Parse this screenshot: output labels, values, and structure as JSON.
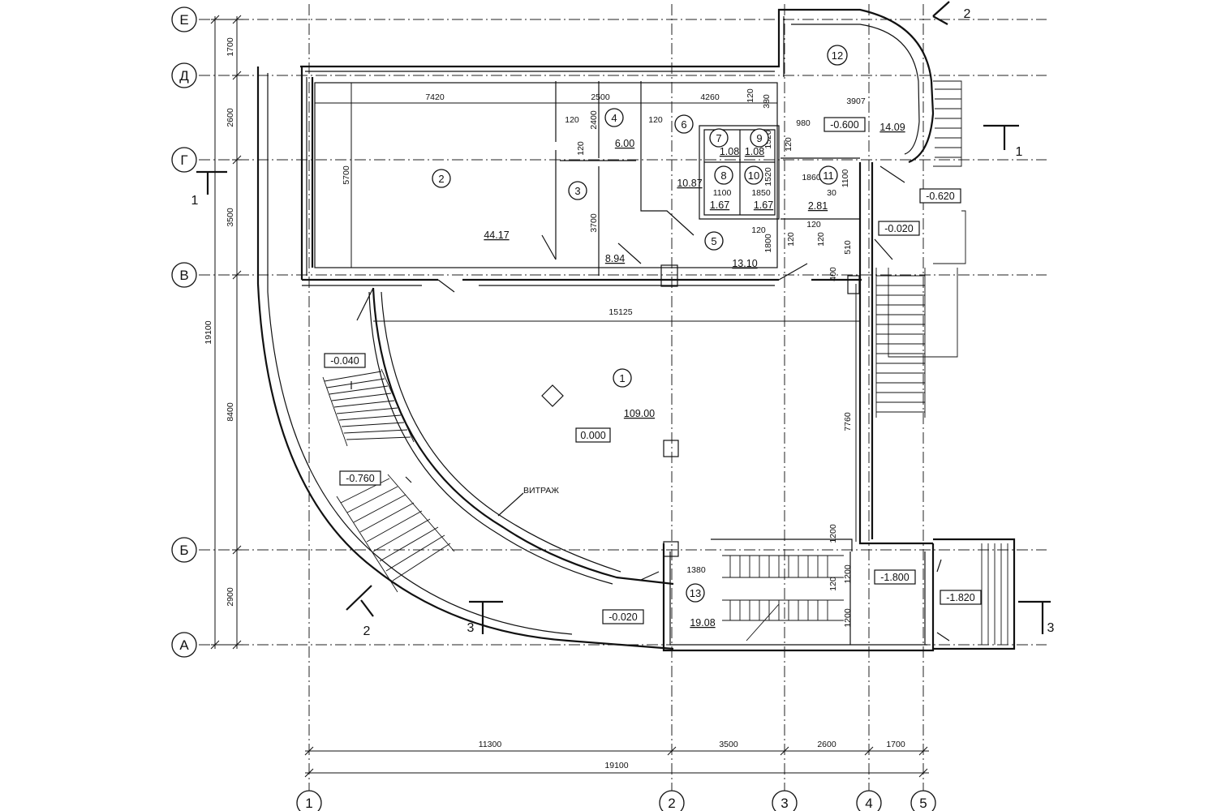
{
  "axes": {
    "rows": [
      "Е",
      "Д",
      "Г",
      "В",
      "Б",
      "А"
    ],
    "cols": [
      "1",
      "2",
      "3",
      "4",
      "5"
    ]
  },
  "dims": {
    "left_chain": [
      "1700",
      "2600",
      "3500",
      "8400",
      "2900"
    ],
    "left_total": "19100",
    "bottom_chain": [
      "11300",
      "3500",
      "2600",
      "1700"
    ],
    "bottom_total": "19100",
    "inner": [
      "7420",
      "2500",
      "4260",
      "3907",
      "5700",
      "3700",
      "2400",
      "15125",
      "7760",
      "120",
      "120",
      "120",
      "120",
      "120",
      "120",
      "120",
      "120",
      "120",
      "120",
      "1380",
      "380",
      "980",
      "1520",
      "1520",
      "1100",
      "1100",
      "1850",
      "30",
      "1860",
      "1800",
      "510",
      "400",
      "1200",
      "1200",
      "1200",
      "1200"
    ]
  },
  "rooms": [
    {
      "num": "1",
      "area": "109.00"
    },
    {
      "num": "2",
      "area": "44.17"
    },
    {
      "num": "3",
      "area": "8.94"
    },
    {
      "num": "4",
      "area": "6.00"
    },
    {
      "num": "5",
      "area": "13.10"
    },
    {
      "num": "6",
      "area": "10.87"
    },
    {
      "num": "7",
      "area": "1.08"
    },
    {
      "num": "8",
      "area": "1.67"
    },
    {
      "num": "9",
      "area": "1.08"
    },
    {
      "num": "10",
      "area": "1.67"
    },
    {
      "num": "11",
      "area": "2.81"
    },
    {
      "num": "12",
      "area": "14.09"
    },
    {
      "num": "13",
      "area": "19.08"
    }
  ],
  "levels": [
    "0.000",
    "-0.600",
    "-0.620",
    "-0.020",
    "-0.040",
    "-0.760",
    "-0.020",
    "-1.800",
    "-1.820"
  ],
  "sections": [
    "1",
    "1",
    "2",
    "2",
    "3",
    "3"
  ],
  "labels": {
    "vitrazh": "ВИТРАЖ"
  }
}
